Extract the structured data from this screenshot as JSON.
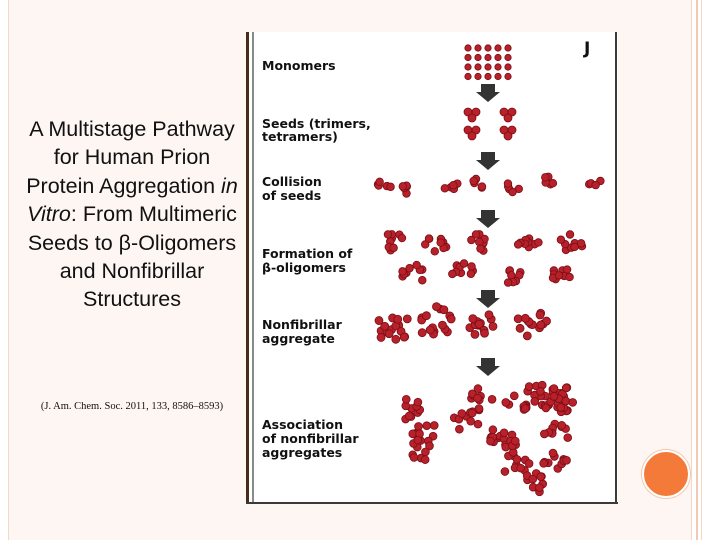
{
  "slide": {
    "title_part1": "A Multistage Pathway for Human Prion Protein Aggregation ",
    "title_italic": "in Vitro",
    "title_part2": ": From Multimeric Seeds to β-Oligomers and Nonfibrillar Structures",
    "citation": "(J. Am. Chem. Soc. 2011, 133, 8586–8593)"
  },
  "figure": {
    "panel_letter": "J",
    "stages": [
      {
        "line1": "Monomers",
        "line2": ""
      },
      {
        "line1": "Seeds (trimers,",
        "line2": "tetramers)"
      },
      {
        "line1": "Collision",
        "line2": "of seeds"
      },
      {
        "line1": "Formation of",
        "line2": "β-oligomers"
      },
      {
        "line1": "Nonfibrillar",
        "line2": "aggregate"
      },
      {
        "line1": "Association",
        "line2": "of nonfibrillar",
        "line3": "aggregates"
      }
    ],
    "colors": {
      "particle": "#b8202a",
      "particle_dark": "#7a0e16",
      "arrow": "#333333",
      "frame_left": "#4a2a1a",
      "accent": "#f47a3a"
    },
    "icon_names": [
      "down-arrow-icon"
    ]
  }
}
